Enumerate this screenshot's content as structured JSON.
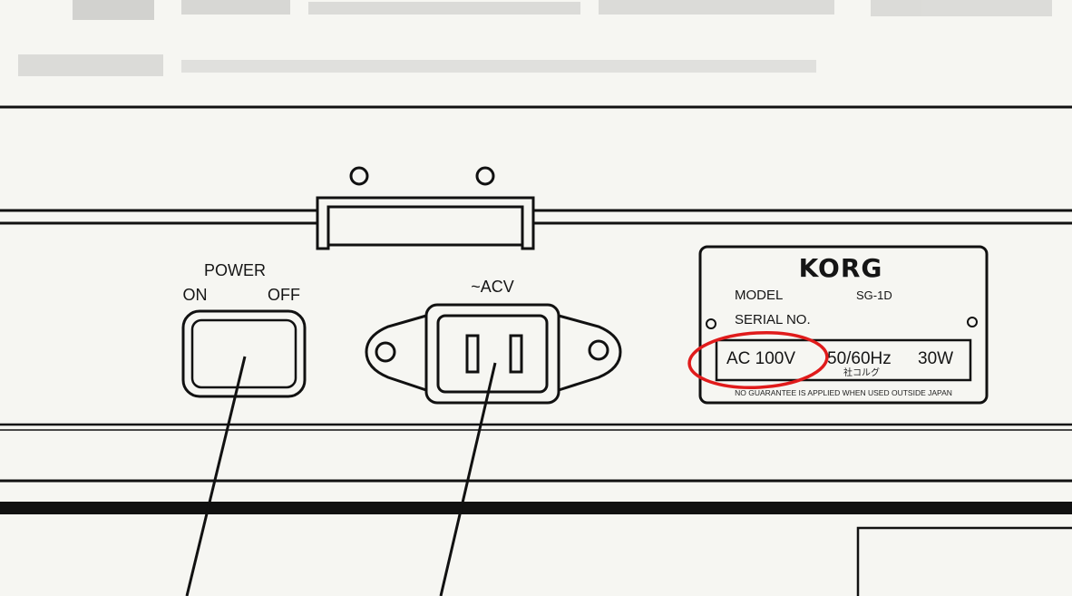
{
  "power_switch": {
    "title": "POWER",
    "on_label": "ON",
    "off_label": "OFF"
  },
  "ac_inlet": {
    "label": "~ACV"
  },
  "rating_plate": {
    "brand": "KORG",
    "model_label": "MODEL",
    "model_value": "SG-1D",
    "serial_label": "SERIAL NO.",
    "rating_ac": "AC 100V",
    "rating_freq": "50/60Hz",
    "rating_power": "30W",
    "maker_mark": "社コルグ",
    "disclaimer": "NO GUARANTEE IS APPLIED WHEN USED OUTSIDE JAPAN"
  },
  "highlight": {
    "color": "#e01b1b",
    "target": "AC 100V"
  }
}
